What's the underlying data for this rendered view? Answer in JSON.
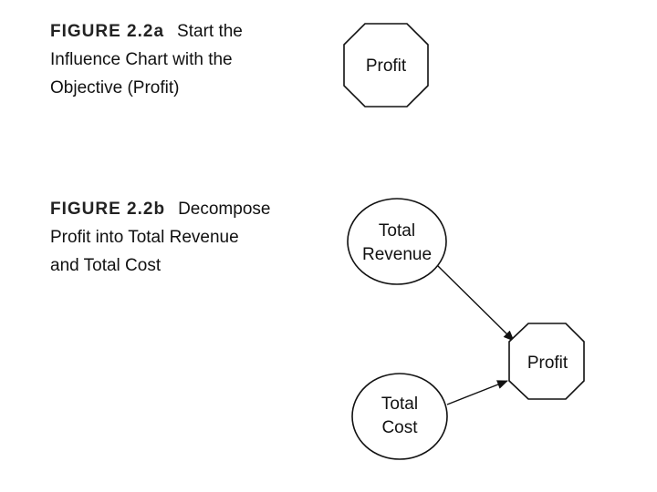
{
  "figure_a": {
    "label": "FIGURE 2.2a",
    "caption_lines": [
      "Start the",
      "Influence Chart with the",
      "Objective (Profit)"
    ],
    "node": {
      "id": "profit-a",
      "shape": "octagon",
      "lines": [
        "Profit"
      ]
    }
  },
  "figure_b": {
    "label": "FIGURE 2.2b",
    "caption_lines": [
      "Decompose",
      "Profit into Total Revenue",
      "and Total Cost"
    ],
    "nodes": [
      {
        "id": "total-revenue",
        "shape": "ellipse",
        "lines": [
          "Total",
          "Revenue"
        ]
      },
      {
        "id": "profit-b",
        "shape": "octagon",
        "lines": [
          "Profit"
        ]
      },
      {
        "id": "total-cost",
        "shape": "ellipse",
        "lines": [
          "Total",
          "Cost"
        ]
      }
    ],
    "edges": [
      {
        "from": "total-revenue",
        "to": "profit-b"
      },
      {
        "from": "total-cost",
        "to": "profit-b"
      }
    ]
  }
}
